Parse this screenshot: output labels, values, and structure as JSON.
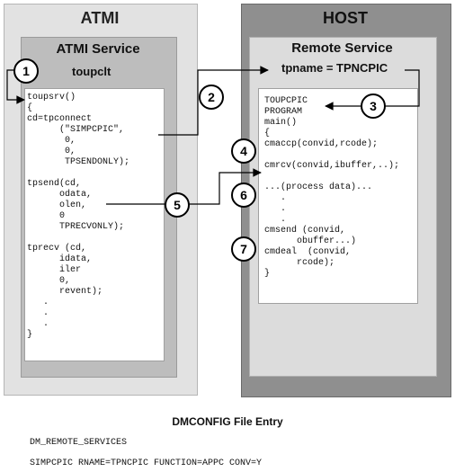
{
  "atmi": {
    "title": "ATMI",
    "service_title": "ATMI Service",
    "client_name": "toupclt",
    "code_lines": [
      "toupsrv()",
      "{",
      "cd=tpconnect",
      "      (\"SIMPCPIC\",",
      "       0,",
      "       0,",
      "       TPSENDONLY);",
      "",
      "tpsend(cd,",
      "      odata,",
      "      olen,",
      "      0",
      "      TPRECVONLY);",
      "",
      "tprecv (cd,",
      "      idata,",
      "      iler",
      "      0,",
      "      revent);",
      "   .",
      "   .",
      "   .",
      "}"
    ]
  },
  "host": {
    "title": "HOST",
    "service_title": "Remote Service",
    "tpname_label": "tpname = TPNCPIC",
    "code_lines": [
      "TOUPCPIC",
      "PROGRAM",
      "main()",
      "{",
      "cmaccp(convid,rcode);",
      "",
      "cmrcv(convid,ibuffer,..);",
      "",
      "...(process data)...",
      "   .",
      "   .",
      "   .",
      "cmsend (convid,",
      "      obuffer...)",
      "cmdeal  (convid,",
      "      rcode);",
      "}"
    ]
  },
  "steps": [
    "1",
    "2",
    "3",
    "4",
    "5",
    "6",
    "7"
  ],
  "footer": {
    "heading": "DMCONFIG File Entry",
    "line1": "DM_REMOTE_SERVICES",
    "line2": "SIMPCPIC RNAME=TPNCPIC FUNCTION=APPC CONV=Y"
  }
}
